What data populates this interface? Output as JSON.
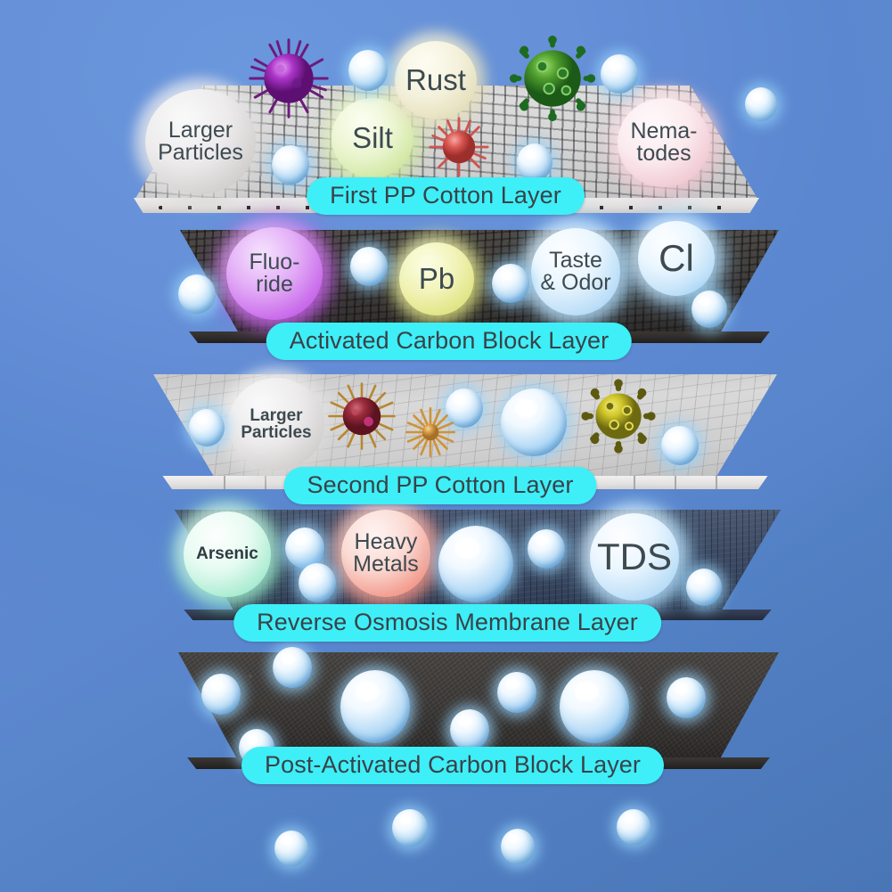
{
  "theme": {
    "background_top": "#6b96db",
    "background_bottom": "#4a76b6",
    "pill_color": "#3eeff8",
    "pill_text_color": "#3a4248"
  },
  "layers": [
    {
      "id": "first-pp-cotton",
      "label": "First PP Cotton Layer",
      "material": "pp-cotton-perforated-white",
      "contaminants": [
        {
          "name": "Larger Particles",
          "text": "Larger\nParticles",
          "color": "gray"
        },
        {
          "name": "Silt",
          "text": "Silt",
          "color": "green"
        },
        {
          "name": "Rust",
          "text": "Rust",
          "color": "rust"
        },
        {
          "name": "Nematodes",
          "text": "Nema-\ntodes",
          "color": "pink"
        },
        {
          "name": "purple-virus",
          "text": "",
          "color": "purple"
        },
        {
          "name": "red-virus",
          "text": "",
          "color": "red"
        },
        {
          "name": "green-virus",
          "text": "",
          "color": "green"
        }
      ]
    },
    {
      "id": "activated-carbon-block",
      "label": "Activated Carbon Block Layer",
      "material": "carbon-block-dark",
      "contaminants": [
        {
          "name": "Fluoride",
          "text": "Fluo-\nride",
          "color": "purple"
        },
        {
          "name": "Lead",
          "text": "Pb",
          "color": "yellow"
        },
        {
          "name": "Taste & Odor",
          "text": "Taste\n& Odor",
          "color": "water"
        },
        {
          "name": "Chlorine",
          "text": "Cl",
          "color": "water"
        }
      ]
    },
    {
      "id": "second-pp-cotton",
      "label": "Second PP Cotton Layer",
      "material": "pp-cotton-woven-gray",
      "contaminants": [
        {
          "name": "Larger Particles",
          "text": "Larger\nParticles",
          "color": "gray"
        },
        {
          "name": "maroon-virus",
          "text": "",
          "color": "maroon"
        },
        {
          "name": "orange-germ",
          "text": "",
          "color": "orange"
        },
        {
          "name": "yellow-virus",
          "text": "",
          "color": "yellow"
        }
      ]
    },
    {
      "id": "reverse-osmosis-membrane",
      "label": "Reverse Osmosis Membrane Layer",
      "material": "ro-membrane-slate-blue",
      "contaminants": [
        {
          "name": "Arsenic",
          "text": "Arsenic",
          "color": "mint"
        },
        {
          "name": "Heavy Metals",
          "text": "Heavy\nMetals",
          "color": "red"
        },
        {
          "name": "TDS",
          "text": "TDS",
          "color": "water"
        }
      ]
    },
    {
      "id": "post-activated-carbon-block",
      "label": "Post-Activated Carbon Block Layer",
      "material": "post-carbon-block-dark-speckled",
      "contaminants": []
    }
  ],
  "labels": {
    "larger_particles": "Larger\nParticles",
    "silt": "Silt",
    "rust": "Rust",
    "nematodes": "Nema-\ntodes",
    "fluoride": "Fluo-\nride",
    "lead": "Pb",
    "taste_odor": "Taste\n& Odor",
    "chlorine": "Cl",
    "larger_particles_2": "Larger\nParticles",
    "arsenic": "Arsenic",
    "heavy_metals": "Heavy\nMetals",
    "tds": "TDS"
  }
}
